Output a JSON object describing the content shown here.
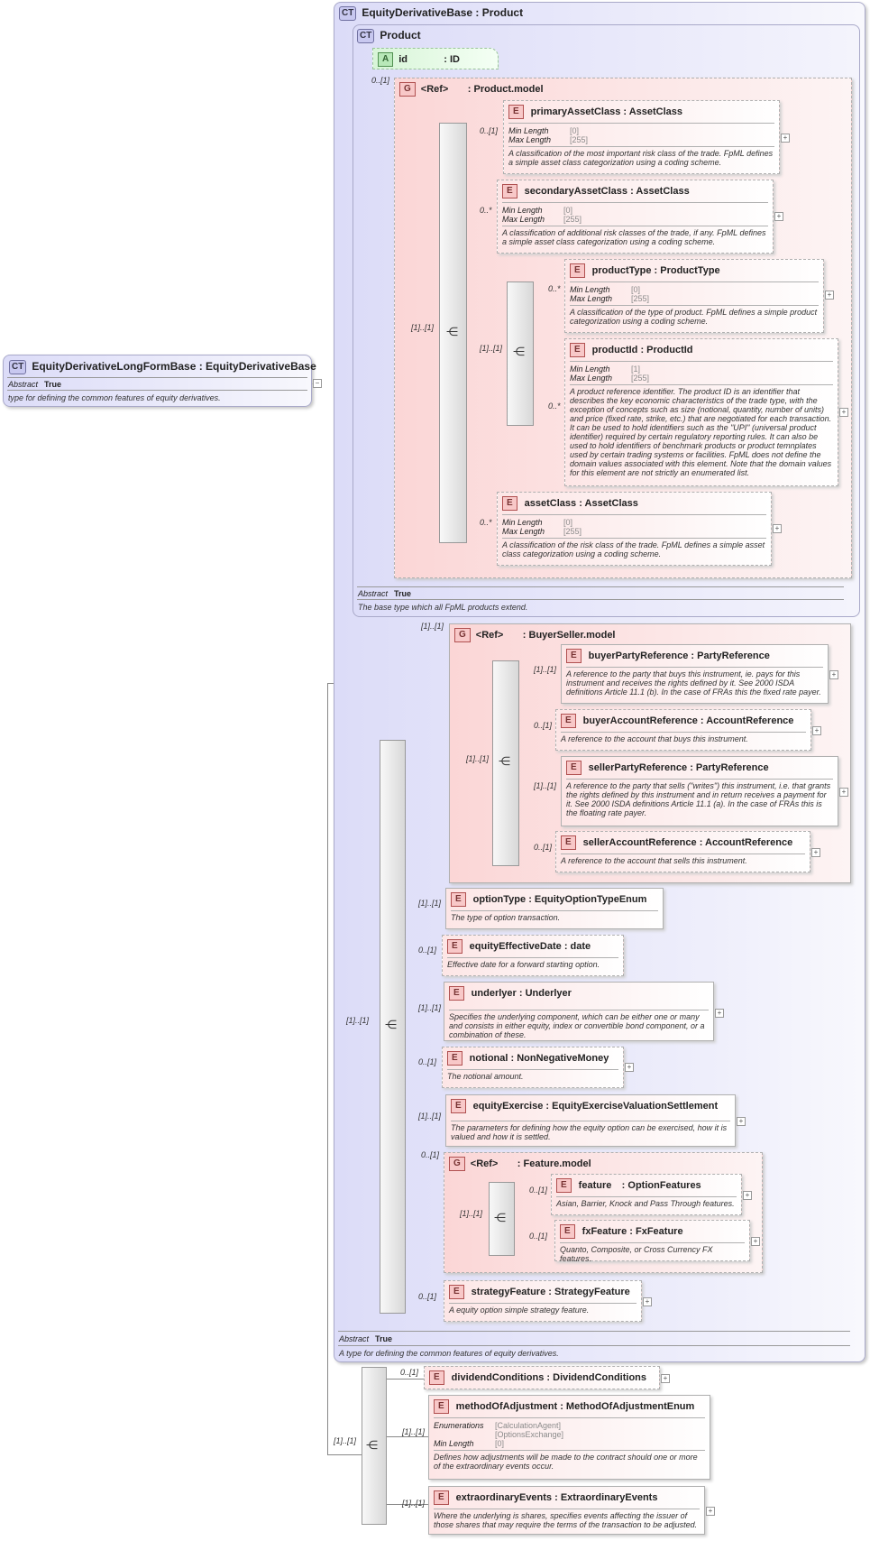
{
  "root": {
    "badge": "CT",
    "name": "EquityDerivativeLongFormBase : EquityDerivativeBase",
    "abstract_label": "Abstract",
    "abstract_value": "True",
    "desc": "type for defining the common features of equity derivatives."
  },
  "base": {
    "badge": "CT",
    "name": "EquityDerivativeBase : Product",
    "abstract_label": "Abstract",
    "abstract_value": "True",
    "desc": "A type for defining the common features of equity derivatives."
  },
  "product": {
    "badge": "CT",
    "name": "Product",
    "abstract_label": "Abstract",
    "abstract_value": "True",
    "desc": "The base type which all FpML products extend."
  },
  "attr_id": {
    "badge": "A",
    "name": "id",
    "type": ": ID"
  },
  "product_model": {
    "badge": "G",
    "ref": "<Ref>",
    "name": ": Product.model",
    "card": "0..[1]",
    "seq_card": "[1]..[1]",
    "choice_card": "[1]..[1]"
  },
  "el_primary": {
    "name": "primaryAssetClass",
    "type": ": AssetClass",
    "card": "0..[1]",
    "p1l": "Min Length",
    "p1v": "[0]",
    "p2l": "Max Length",
    "p2v": "[255]",
    "desc": "A classification of the most important risk class of the trade. FpML defines a simple asset class categorization using a coding scheme."
  },
  "el_secondary": {
    "name": "secondaryAssetClass",
    "type": ": AssetClass",
    "card": "0..*",
    "p1l": "Min Length",
    "p1v": "[0]",
    "p2l": "Max Length",
    "p2v": "[255]",
    "desc": "A classification of additional risk classes of the trade, if any. FpML defines a simple asset class categorization using a coding scheme."
  },
  "el_producttype": {
    "name": "productType",
    "type": ": ProductType",
    "card": "0..*",
    "p1l": "Min Length",
    "p1v": "[0]",
    "p2l": "Max Length",
    "p2v": "[255]",
    "desc": "A classification of the type of product. FpML defines a simple product categorization using a coding scheme."
  },
  "el_productid": {
    "name": "productId",
    "type": ": ProductId",
    "card": "0..*",
    "p1l": "Min Length",
    "p1v": "[1]",
    "p2l": "Max Length",
    "p2v": "[255]",
    "desc": "A product reference identifier. The product ID is an identifier that describes the key economic characteristics of the trade type, with the exception of concepts such as size (notional, quantity, number of units) and price (fixed rate, strike, etc.) that are negotiated for each transaction. It can be used to hold identifiers such as the \"UPI\" (universal product identifier) required by certain regulatory reporting rules. It can also be used to hold identifiers of benchmark products or product temnplates used by certain trading systems or facilities. FpML does not define the domain values associated with this element. Note that the domain values for this element are not strictly an enumerated list."
  },
  "el_assetclass": {
    "name": "assetClass",
    "type": ": AssetClass",
    "card": "0..*",
    "p1l": "Min Length",
    "p1v": "[0]",
    "p2l": "Max Length",
    "p2v": "[255]",
    "desc": "A classification of the risk class of the trade. FpML defines a simple asset class categorization using a coding scheme."
  },
  "buyerseller": {
    "badge": "G",
    "ref": "<Ref>",
    "name": ": BuyerSeller.model",
    "card": "[1]..[1]",
    "seq_card": "[1]..[1]"
  },
  "el_buyerparty": {
    "name": "buyerPartyReference",
    "type": ": PartyReference",
    "card": "[1]..[1]",
    "desc": "A reference to the party that buys this instrument, ie. pays for this instrument and receives the rights defined by it. See 2000 ISDA definitions Article 11.1 (b). In the case of FRAs this the fixed rate payer."
  },
  "el_buyeraccount": {
    "name": "buyerAccountReference",
    "type": ": AccountReference",
    "card": "0..[1]",
    "desc": "A reference to the account that buys this instrument."
  },
  "el_sellerparty": {
    "name": "sellerPartyReference",
    "type": ": PartyReference",
    "card": "[1]..[1]",
    "desc": "A reference to the party that sells (\"writes\") this instrument, i.e. that grants the rights defined by this instrument and in return receives a payment for it. See 2000 ISDA definitions Article 11.1 (a). In the case of FRAs this is the floating rate payer."
  },
  "el_selleraccount": {
    "name": "sellerAccountReference",
    "type": ": AccountReference",
    "card": "0..[1]",
    "desc": "A reference to the account that sells this instrument."
  },
  "el_optiontype": {
    "name": "optionType",
    "type": ": EquityOptionTypeEnum",
    "card": "[1]..[1]",
    "desc": "The type of option transaction."
  },
  "el_effective": {
    "name": "equityEffectiveDate",
    "type": ": date",
    "card": "0..[1]",
    "desc": "Effective date for a forward starting option."
  },
  "el_underlyer": {
    "name": "underlyer",
    "type": ": Underlyer",
    "card": "[1]..[1]",
    "desc": "Specifies the underlying component, which can be either one or many and consists in either equity, index or convertible bond component, or a combination of these."
  },
  "el_notional": {
    "name": "notional",
    "type": ": NonNegativeMoney",
    "card": "0..[1]",
    "desc": "The notional amount."
  },
  "el_exercise": {
    "name": "equityExercise",
    "type": ": EquityExerciseValuationSettlement",
    "card": "[1]..[1]",
    "desc": "The parameters for defining how the equity option can be exercised, how it is valued and how it is settled."
  },
  "feature_model": {
    "badge": "G",
    "ref": "<Ref>",
    "name": ": Feature.model",
    "card": "0..[1]",
    "seq_card": "[1]..[1]"
  },
  "el_feature": {
    "name": "feature",
    "type": ": OptionFeatures",
    "card": "0..[1]",
    "desc": "Asian, Barrier, Knock and Pass Through features."
  },
  "el_fxfeature": {
    "name": "fxFeature",
    "type": ": FxFeature",
    "card": "0..[1]",
    "desc": "Quanto, Composite, or Cross Currency FX features."
  },
  "el_strategy": {
    "name": "strategyFeature",
    "type": ": StrategyFeature",
    "card": "0..[1]",
    "desc": "A equity option simple strategy feature."
  },
  "main_seq_card": "[1]..[1]",
  "ext_seq_card": "[1]..[1]",
  "el_dividend": {
    "name": "dividendConditions",
    "type": ": DividendConditions",
    "card": "0..[1]"
  },
  "el_method": {
    "name": "methodOfAdjustment",
    "type": ": MethodOfAdjustmentEnum",
    "card": "[1]..[1]",
    "enum_label": "Enumerations",
    "enum_v1": "[CalculationAgent]",
    "enum_v2": "[OptionsExchange]",
    "p1l": "Min Length",
    "p1v": "[0]",
    "desc": "Defines how adjustments will be made to the contract should one or more of the extraordinary events occur."
  },
  "el_extraordinary": {
    "name": "extraordinaryEvents",
    "type": ": ExtraordinaryEvents",
    "card": "[1]..[1]",
    "desc": "Where the underlying is shares, specifies events affecting the issuer of those shares that may require the terms of the transaction to be adjusted."
  },
  "icons": {
    "expand": "plus-expand-icon",
    "sequence": "sequence-icon",
    "collapse": "minus-collapse-icon"
  },
  "plus_glyph": "+",
  "minus_glyph": "−",
  "seq_glyph": "⋲"
}
